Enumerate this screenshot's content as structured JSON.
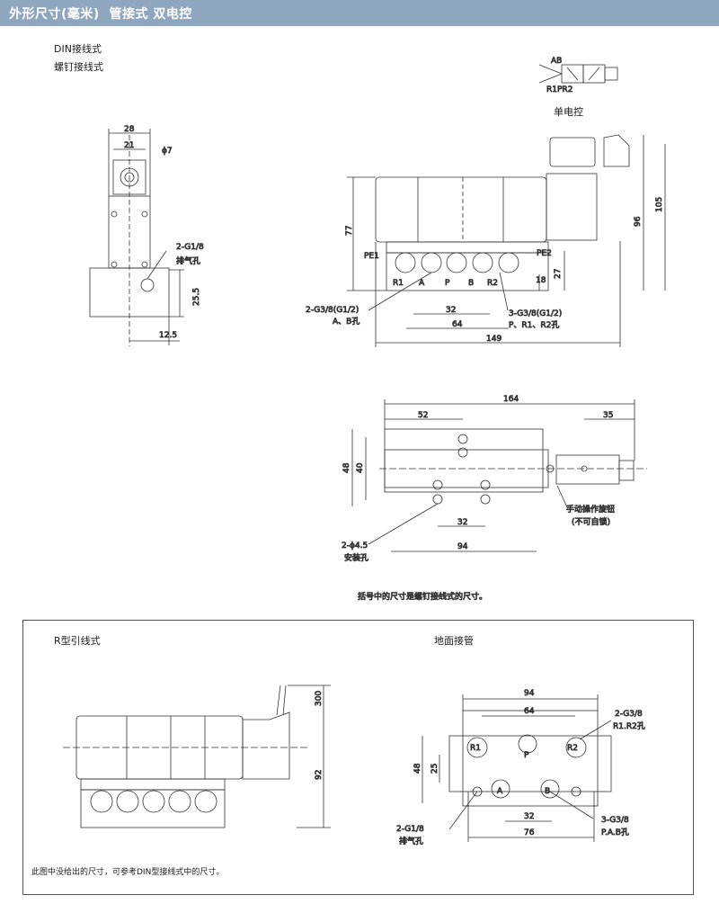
{
  "header": {
    "title": "外形尺寸(毫米)  管接式 双电控"
  },
  "top_labels": {
    "din": "DIN接线式",
    "screw": "螺钉接线式",
    "single": "单电控"
  },
  "symbol": {
    "ports_top": "AB",
    "ports_bottom": "R1PR2"
  },
  "side_view": {
    "d28": "28",
    "d21": "21",
    "phi7": "ϕ7",
    "g18": "2-G1/8",
    "exhaust": "排气孔",
    "d25_5": "25.5",
    "d12_5": "12.5"
  },
  "front_view": {
    "d77": "77",
    "d96": "96",
    "d105": "105",
    "d27": "27",
    "d18": "18",
    "pe1": "PE1",
    "pe2": "PE2",
    "ports": [
      "R1",
      "A",
      "P",
      "B",
      "R2"
    ],
    "g38_ab": "2-G3/8(G1/2)",
    "ab_hole": "A、B孔",
    "g38_p": "3-G3/8(G1/2)",
    "p_hole": "P、R1、R2孔",
    "d32": "32",
    "d64": "64",
    "d149": "149"
  },
  "top_view": {
    "d164": "164",
    "d52": "52",
    "d35": "35",
    "d48": "48",
    "d40": "40",
    "d32": "32",
    "d94": "94",
    "phi45": "2-ϕ4.5",
    "mount": "安装孔",
    "knob": "手动操作旋钮",
    "no_lock": "(不可自锁)"
  },
  "note1": "括号中的尺寸是螺钉接线式的尺寸。",
  "panel": {
    "r_title": "R型引线式",
    "floor_title": "地面接管",
    "d300": "300",
    "d92": "92",
    "note2": "此图中没给出的尺寸，可参考DIN型接线式中的尺寸。"
  },
  "floor": {
    "d94": "94",
    "d64": "64",
    "g38": "2-G3/8",
    "r12": "R1.R2孔",
    "d48": "48",
    "d25": "25",
    "ports": [
      "R1",
      "P",
      "R2",
      "A",
      "B"
    ],
    "d32": "32",
    "d76": "76",
    "g18": "2-G1/8",
    "exhaust": "排气孔",
    "g38b": "3-G3/8",
    "pab": "P.A.B孔"
  },
  "colors": {
    "header": "#8fa6bf",
    "line": "#333333"
  }
}
